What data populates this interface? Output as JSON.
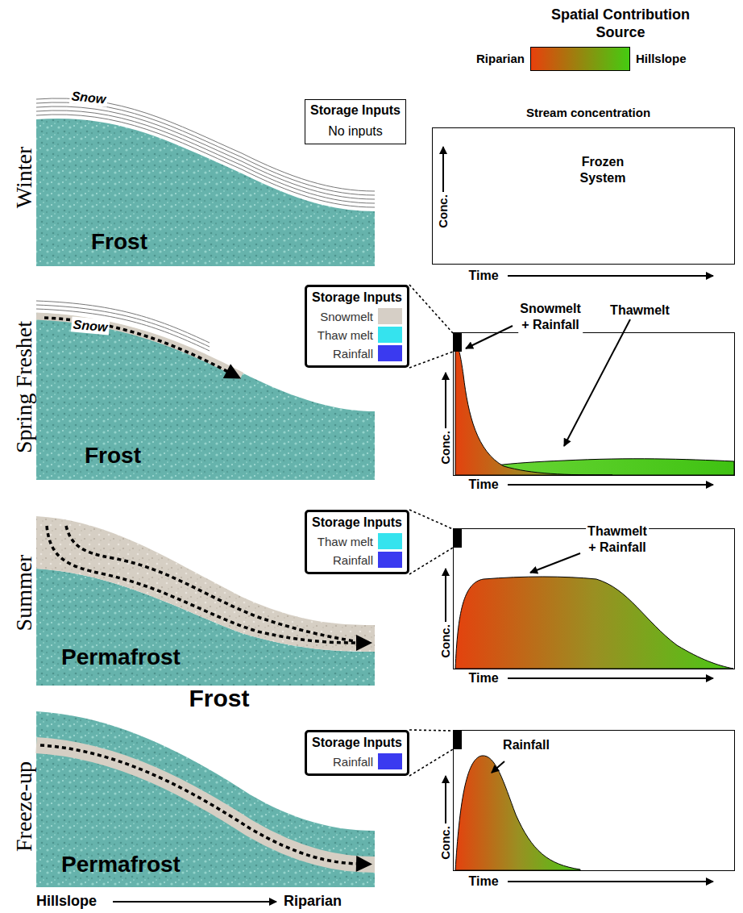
{
  "diagram": {
    "nodes": [
      {
        "text": [
          "Storage Inputs",
          "No inputs"
        ]
      },
      {
        "text": [
          "Frozen System"
        ]
      },
      {
        "text": [
          "Storage Inputs",
          "Snowmelt",
          "Thaw melt",
          "Rainfall"
        ]
      },
      {
        "text": [
          "Snowmelt + Rainfall",
          "Thawmelt"
        ]
      },
      {
        "text": [
          "Storage Inputs",
          "Thaw melt",
          "Rainfall"
        ]
      },
      {
        "text": [
          "Thawmelt + Rainfall"
        ]
      },
      {
        "text": [
          "Storage Inputs",
          "Rainfall"
        ]
      },
      {
        "text": [
          "Rainfall"
        ]
      }
    ],
    "edges": [
      {
        "from": 2,
        "to": 3,
        "arrow": "none"
      },
      {
        "from": 4,
        "to": 5,
        "arrow": "none"
      },
      {
        "from": 6,
        "to": 7,
        "arrow": "none"
      }
    ],
    "labels": [
      "Spatial Contribution Source",
      "Stream concentration",
      "Winter",
      "Snow",
      "Frost",
      "Conc.",
      "Time",
      "Spring Freshet",
      "Snow",
      "Frost",
      "Conc.",
      "Time",
      "Summer",
      "Permafrost",
      "Conc.",
      "Time",
      "Frost",
      "Freeze-up",
      "Permafrost",
      "Conc.",
      "Time",
      "Hillslope",
      "Riparian"
    ],
    "legend": [
      {
        "text": "Riparian",
        "color": "#e8400c"
      },
      {
        "text": "Hillslope",
        "color": "#44cc11"
      }
    ]
  }
}
